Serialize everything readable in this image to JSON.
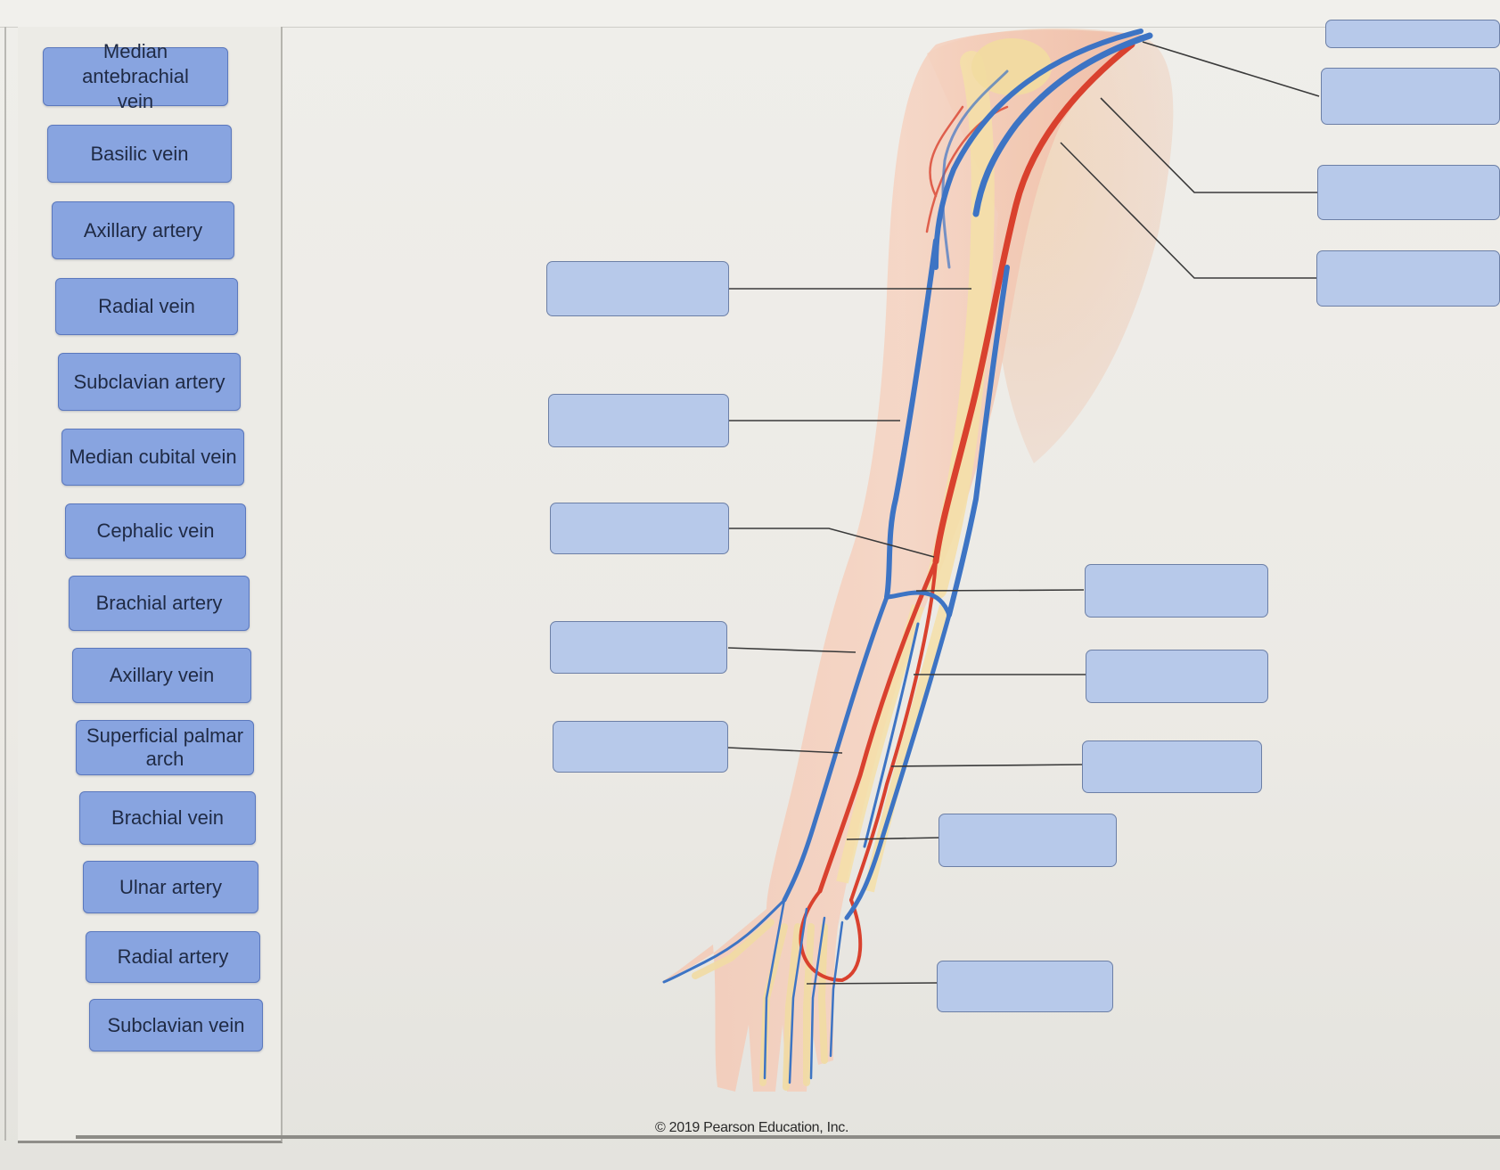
{
  "label_bank": [
    {
      "id": "median-antebrachial-vein",
      "label": "Median antebrachial vein"
    },
    {
      "id": "basilic-vein",
      "label": "Basilic vein"
    },
    {
      "id": "axillary-artery",
      "label": "Axillary artery"
    },
    {
      "id": "radial-vein",
      "label": "Radial vein"
    },
    {
      "id": "subclavian-artery",
      "label": "Subclavian artery"
    },
    {
      "id": "median-cubital-vein",
      "label": "Median cubital vein"
    },
    {
      "id": "cephalic-vein",
      "label": "Cephalic vein"
    },
    {
      "id": "brachial-artery",
      "label": "Brachial artery"
    },
    {
      "id": "axillary-vein",
      "label": "Axillary vein"
    },
    {
      "id": "superficial-palmar-arch",
      "label": "Superficial palmar arch"
    },
    {
      "id": "brachial-vein",
      "label": "Brachial vein"
    },
    {
      "id": "ulnar-artery",
      "label": "Ulnar artery"
    },
    {
      "id": "radial-artery",
      "label": "Radial artery"
    },
    {
      "id": "subclavian-vein",
      "label": "Subclavian vein"
    }
  ],
  "drop_targets_count": 14,
  "copyright": "© 2019 Pearson Education, Inc.",
  "colors": {
    "chip": "#88a4e0",
    "drop_target": "#b7c9ea",
    "vein": "#3d74c4",
    "artery": "#d9412e"
  }
}
